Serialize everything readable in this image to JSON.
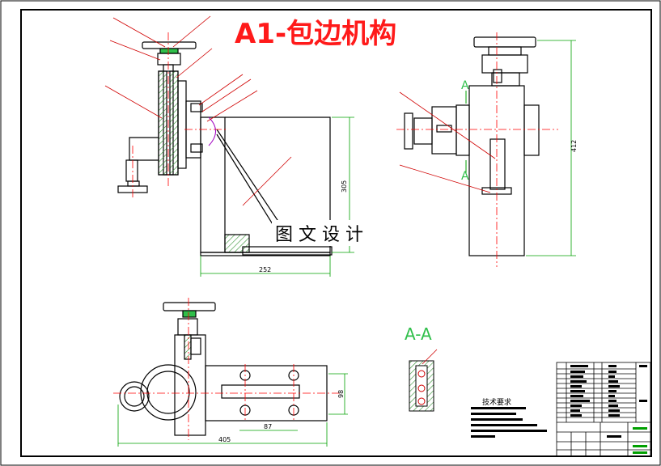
{
  "drawing": {
    "title": "A1-包边机构",
    "watermark": "图 文 设 计",
    "section_label": "A-A",
    "view_arrow_a1": "A",
    "view_arrow_a2": "A",
    "tech_requirements_heading": "技术要求"
  },
  "dimensions": {
    "bottom_width": "252",
    "vertical_height": "305",
    "side_height": "412",
    "plan_total": "405",
    "plan_inner": "87",
    "plan_height": "98"
  },
  "colors": {
    "title": "#ff1a1a",
    "outline": "#000000",
    "centerline": "#ff0000",
    "dimension": "#00a000",
    "hatch": "#2f8f2f",
    "leader": "#d00000"
  }
}
